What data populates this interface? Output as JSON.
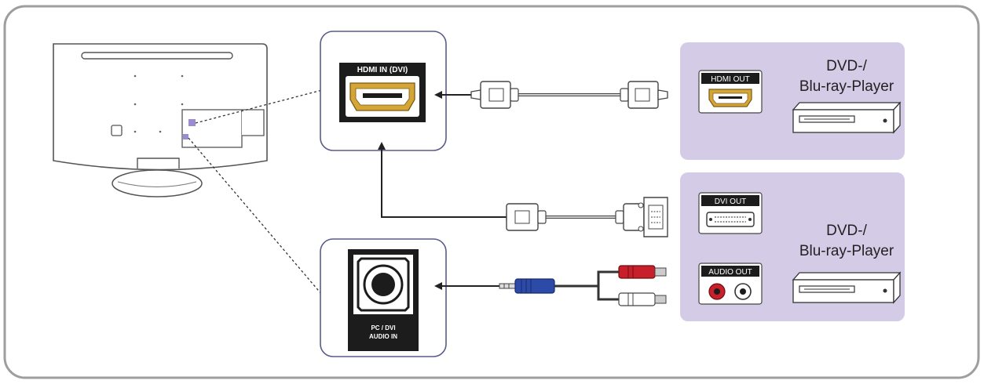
{
  "ports": {
    "hdmi_in": "HDMI IN (DVI)",
    "pc_dvi_audio_in_line1": "PC / DVI",
    "pc_dvi_audio_in_line2": "AUDIO IN"
  },
  "devices": [
    {
      "name_line1": "DVD-/",
      "name_line2": "Blu-ray-Player",
      "ports": [
        "HDMI OUT"
      ]
    },
    {
      "name_line1": "DVD-/",
      "name_line2": "Blu-ray-Player",
      "ports": [
        "DVI OUT",
        "AUDIO OUT"
      ]
    }
  ],
  "colors": {
    "device_panel": "#d4cbe6",
    "hdmi_gold": "#d4a537",
    "rca_red": "#c8202a",
    "jack_blue": "#2c4aa8",
    "port_highlight": "#9a8ccf"
  }
}
